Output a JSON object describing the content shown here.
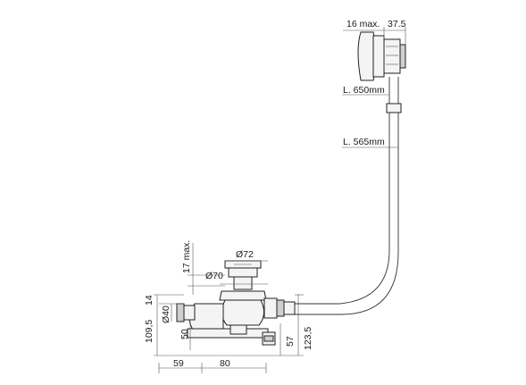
{
  "diagram": {
    "dimensions": {
      "overflow_depth_max": "16 max.",
      "overflow_width": "37.5",
      "cable_length_outer": "L. 650mm",
      "cable_length_inner": "L. 565mm",
      "waste_diameter": "Ø72",
      "outlet_diameter": "Ø70",
      "flange_thickness_max": "17 max.",
      "pipe_diameter": "Ø40",
      "offset_small": "14",
      "total_height": "109,5",
      "trap_depth": "50",
      "overflow_height": "123,5",
      "outlet_height": "57",
      "horizontal_left": "59",
      "horizontal_right": "80"
    }
  }
}
